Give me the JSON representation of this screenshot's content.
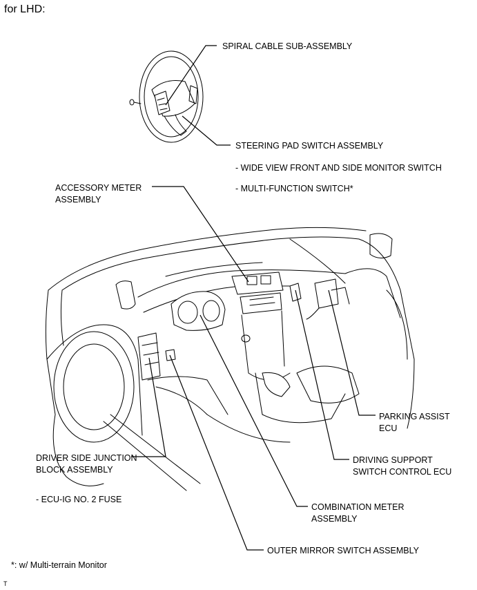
{
  "header": "for LHD:",
  "labels": {
    "spiral_cable": "SPIRAL CABLE SUB-ASSEMBLY",
    "steering_pad": "STEERING PAD SWITCH ASSEMBLY",
    "steering_pad_sub1": "- WIDE VIEW FRONT AND SIDE MONITOR SWITCH",
    "steering_pad_sub2": "- MULTI-FUNCTION SWITCH*",
    "accessory_meter_1": "ACCESSORY METER",
    "accessory_meter_2": "ASSEMBLY",
    "parking_assist_1": "PARKING ASSIST",
    "parking_assist_2": "ECU",
    "driving_support_1": "DRIVING SUPPORT",
    "driving_support_2": "SWITCH CONTROL ECU",
    "junction_block_1": "DRIVER SIDE JUNCTION",
    "junction_block_2": "BLOCK ASSEMBLY",
    "junction_block_sub": "- ECU-IG NO. 2 FUSE",
    "combination_meter_1": "COMBINATION METER",
    "combination_meter_2": "ASSEMBLY",
    "outer_mirror": "OUTER MIRROR SWITCH ASSEMBLY"
  },
  "footnote": "*: w/ Multi-terrain Monitor",
  "figure_code": "T"
}
